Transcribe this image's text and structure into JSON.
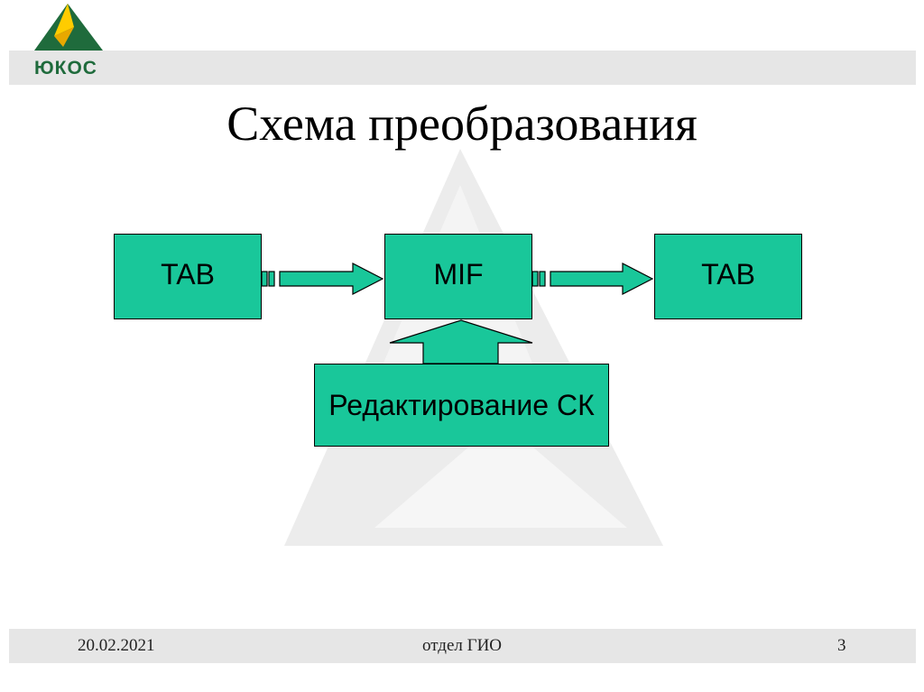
{
  "logo": {
    "text": "ЮКОС"
  },
  "title": "Схема преобразования",
  "diagram": {
    "box_left": "TAB",
    "box_center": "MIF",
    "box_right": "TAB",
    "box_bottom": "Редактирование СК"
  },
  "footer": {
    "date": "20.02.2021",
    "department": "отдел ГИО",
    "page": "3"
  },
  "colors": {
    "box_fill": "#19c79a",
    "brand_green": "#1f6b3c",
    "band_gray": "#e6e6e6"
  }
}
